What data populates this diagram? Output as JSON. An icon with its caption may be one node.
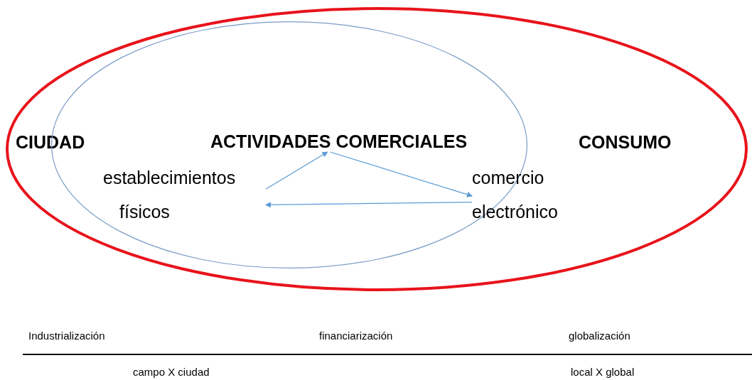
{
  "diagram": {
    "nodes": [
      {
        "text": [
          "CIUDAD",
          "CONSUMO"
        ]
      },
      {
        "text": [],
        "shape": "ellipse",
        "in": 0
      },
      {
        "text": [
          "ACTIVIDADES COMERCIALES"
        ],
        "in": 1
      },
      {
        "text": [
          "establecimientos físicos"
        ],
        "in": 1
      },
      {
        "text": [
          "comercio electrónico"
        ],
        "in": 0
      }
    ],
    "edges": [
      {
        "from": 3,
        "to": 2,
        "arrow": "to"
      },
      {
        "from": 2,
        "to": 4,
        "arrow": "to"
      },
      {
        "from": 4,
        "to": 3,
        "arrow": "to"
      }
    ],
    "labels": [
      "Industrialización",
      "financiarización",
      "globalización",
      "campo X ciudad",
      "local X global"
    ]
  }
}
